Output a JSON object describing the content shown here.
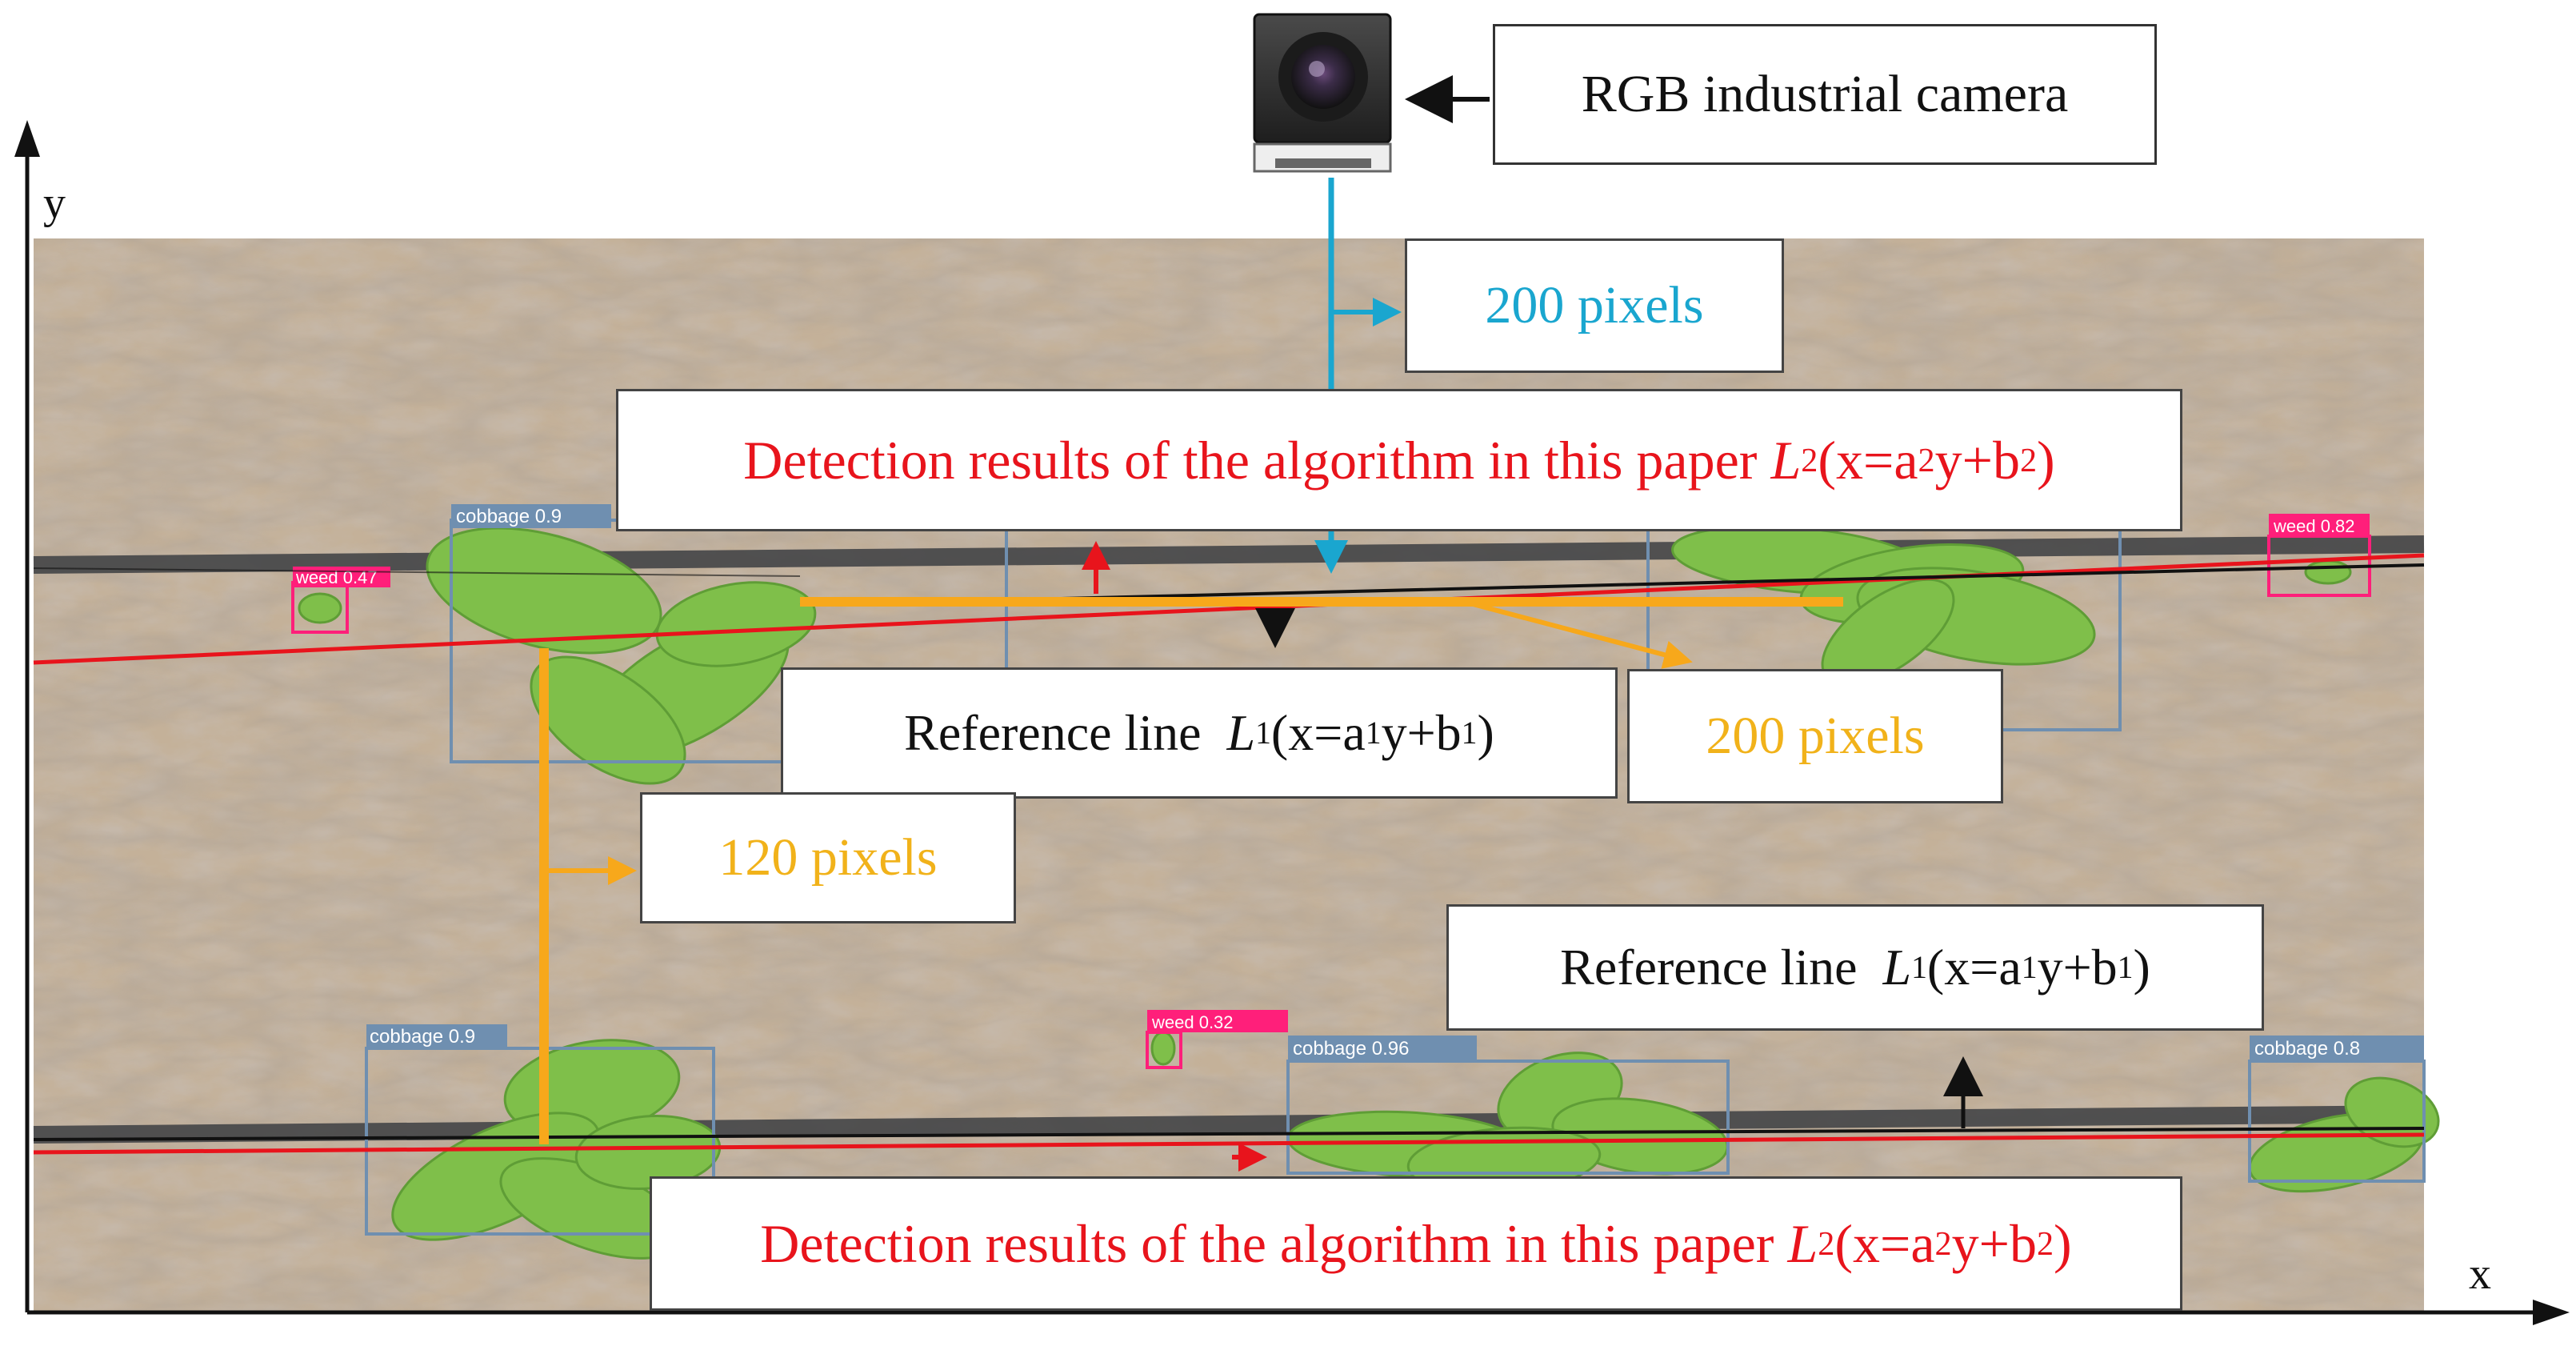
{
  "camera": {
    "label": "RGB industrial camera",
    "icon": "camera-icon"
  },
  "axes": {
    "x_label": "x",
    "y_label": "y"
  },
  "annotations": {
    "blue_offset": "200 pixels",
    "orange_horizontal": "200 pixels",
    "orange_vertical": "120 pixels",
    "reference_line_prefix": "Reference line",
    "reference_line_symbol": "L",
    "reference_line_subscript": "1",
    "reference_line_eq_open": "(x=a",
    "reference_line_eq_a_sub": "1",
    "reference_line_eq_mid": "y+b",
    "reference_line_eq_b_sub": "1",
    "reference_line_eq_close": ")",
    "detection_prefix": "Detection results of the algorithm in this paper",
    "detection_symbol": "L",
    "detection_subscript": "2",
    "detection_eq_open": "(x=a",
    "detection_eq_a_sub": "2",
    "detection_eq_mid": "y+b",
    "detection_eq_b_sub": "2",
    "detection_eq_close": ")"
  },
  "detections": [
    {
      "label": "cobbage 0.9",
      "kind": "cabbage"
    },
    {
      "label": "weed 0.47",
      "kind": "weed"
    },
    {
      "label": "weed 0.82",
      "kind": "weed"
    },
    {
      "label": "cobbage 0.9",
      "kind": "cabbage"
    },
    {
      "label": "weed 0.32",
      "kind": "weed"
    },
    {
      "label": "cobbage 0.96",
      "kind": "cabbage"
    },
    {
      "label": "cobbage 0.8",
      "kind": "cabbage"
    }
  ],
  "colors": {
    "detection_line": "#e8141c",
    "reference_line": "#111111",
    "blue_arrow": "#1aa6cf",
    "orange_arrow": "#f7a81b",
    "cabbage_box": "#6f8fb0",
    "weed_box": "#ff1f7a",
    "soil_light": "#c9b59c",
    "soil_dark": "#8a7763",
    "leaf": "#7fbf4a"
  }
}
